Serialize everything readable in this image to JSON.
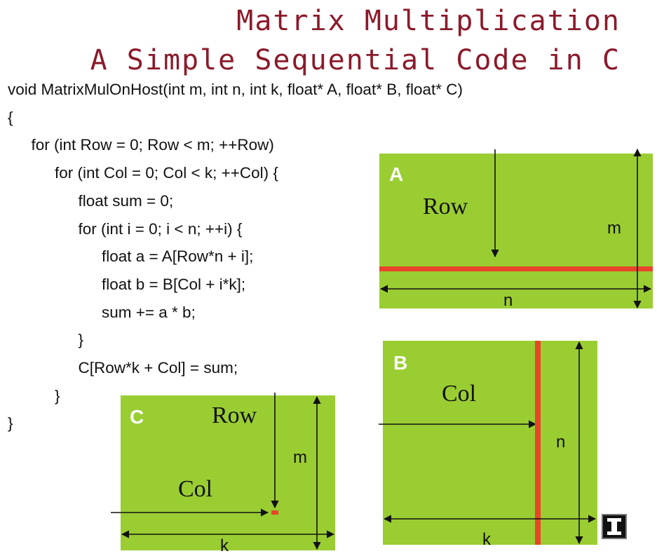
{
  "title": {
    "line1": "Matrix Multiplication",
    "line2": "A Simple Sequential Code in C"
  },
  "code": [
    {
      "text": "void MatrixMulOnHost(int m, int n, int k, float* A, float* B, float* C)",
      "indent": 0
    },
    {
      "text": "{",
      "indent": 0
    },
    {
      "text": "for (int Row = 0; Row < m; ++Row)",
      "indent": 1
    },
    {
      "text": "for (int Col = 0; Col < k; ++Col) {",
      "indent": 2
    },
    {
      "text": "float sum = 0;",
      "indent": 3
    },
    {
      "text": "for (int i = 0; i < n; ++i) {",
      "indent": 3
    },
    {
      "text": "float a = A[Row*n + i];",
      "indent": 4
    },
    {
      "text": "float b = B[Col + i*k];",
      "indent": 4
    },
    {
      "text": "sum += a * b;",
      "indent": 4
    },
    {
      "text": "}",
      "indent": 3
    },
    {
      "text": "C[Row*k + Col] = sum;",
      "indent": 3
    },
    {
      "text": "}",
      "indent": 2
    },
    {
      "text": "}",
      "indent": 0
    }
  ],
  "matrices": {
    "A": {
      "letter": "A",
      "index_label": "Row",
      "height_label": "m",
      "width_label": "n"
    },
    "B": {
      "letter": "B",
      "index_label": "Col",
      "height_label": "n",
      "width_label": "k"
    },
    "C": {
      "letter": "C",
      "row_label": "Row",
      "col_label": "Col",
      "height_label": "m",
      "width_label": "k"
    }
  },
  "colors": {
    "matrix_fill": "#9acd32",
    "highlight": "#e8452a",
    "title": "#8b1a2b",
    "text": "#111111"
  },
  "icons": {
    "cursor": "text-cursor-icon"
  }
}
